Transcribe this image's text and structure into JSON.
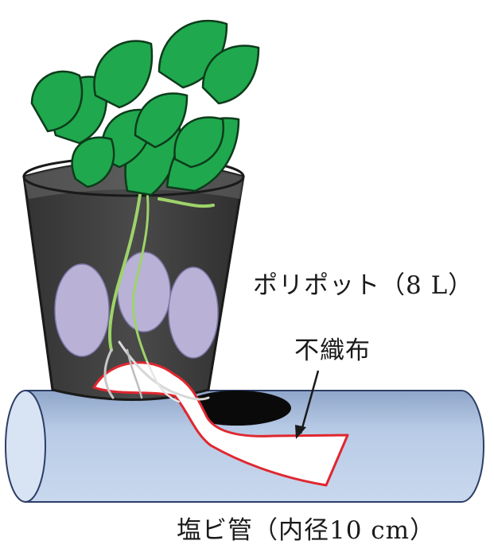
{
  "labels": {
    "pot": "ポリポット（8 L）",
    "fabric": "不織布",
    "pipe": "塩ビ管（内径10 cm）"
  },
  "colors": {
    "leaf": "#1fa84d",
    "pot_dark": "#3e3e3e",
    "pot_top": "#555555",
    "potato": "#b9b2d6",
    "pipe": "#a8bcd9",
    "fabric_edge": "#e0272f",
    "root_green": "#9ed36a"
  }
}
